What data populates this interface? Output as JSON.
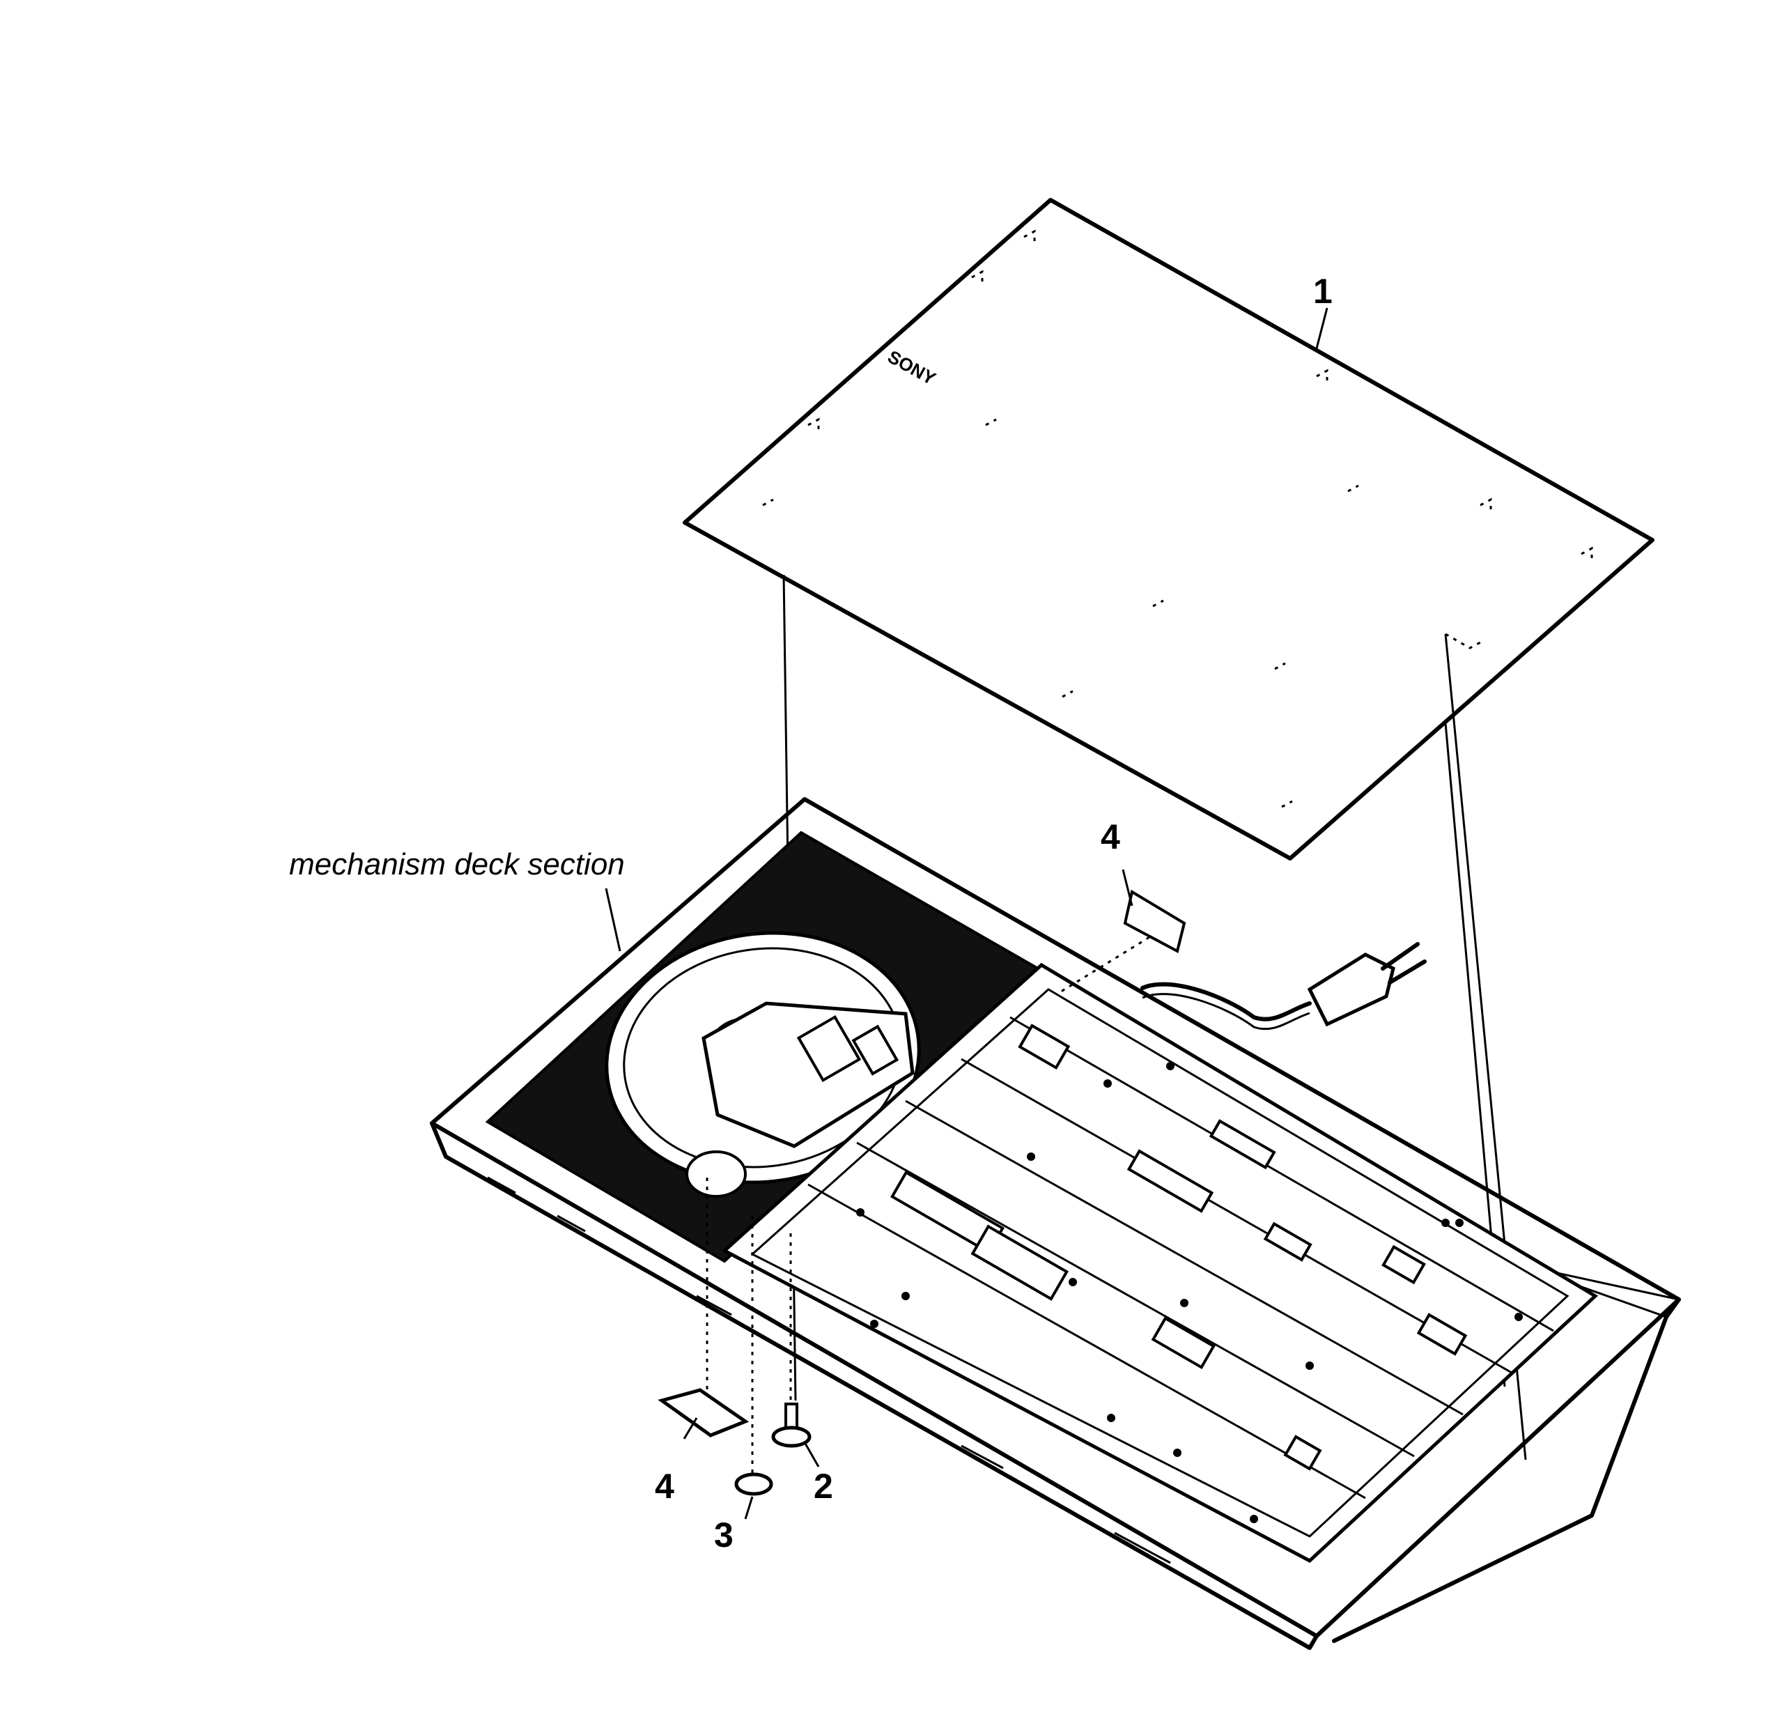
{
  "diagram": {
    "section_label": "mechanism deck section",
    "logo": "SONY",
    "callouts": {
      "top_cover": "1",
      "screw": "2",
      "washer": "3",
      "sheet_rear": "4",
      "sheet_front": "4"
    }
  }
}
